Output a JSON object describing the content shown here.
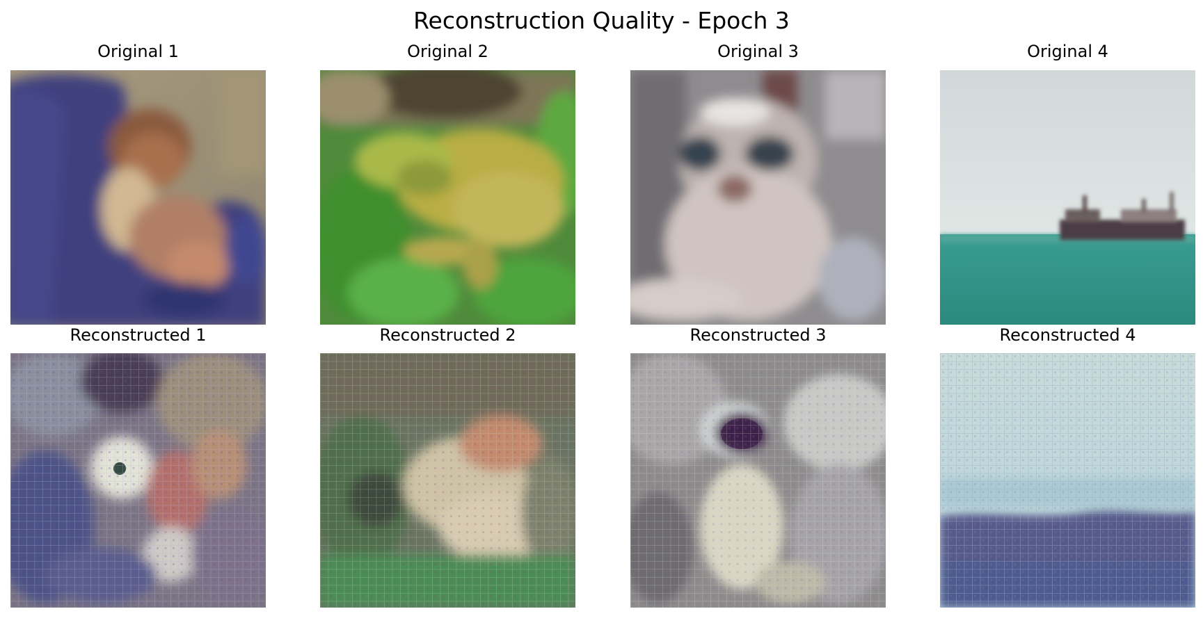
{
  "figure": {
    "title": "Reconstruction Quality - Epoch 3"
  },
  "panels": [
    {
      "title": "Original 1",
      "subject": "person holding a brown puppy",
      "kind": "original"
    },
    {
      "title": "Original 2",
      "subject": "green frog in grass",
      "kind": "original"
    },
    {
      "title": "Original 3",
      "subject": "fluffy white cat",
      "kind": "original"
    },
    {
      "title": "Original 4",
      "subject": "ship on the sea",
      "kind": "original"
    },
    {
      "title": "Reconstructed 1",
      "subject": "noisy reconstruction of puppy image",
      "kind": "reconstructed"
    },
    {
      "title": "Reconstructed 2",
      "subject": "noisy reconstruction of frog image",
      "kind": "reconstructed"
    },
    {
      "title": "Reconstructed 3",
      "subject": "noisy reconstruction of cat image",
      "kind": "reconstructed"
    },
    {
      "title": "Reconstructed 4",
      "subject": "noisy reconstruction of ship image",
      "kind": "reconstructed"
    }
  ],
  "colors": {
    "background": "#ffffff",
    "text": "#000000"
  }
}
